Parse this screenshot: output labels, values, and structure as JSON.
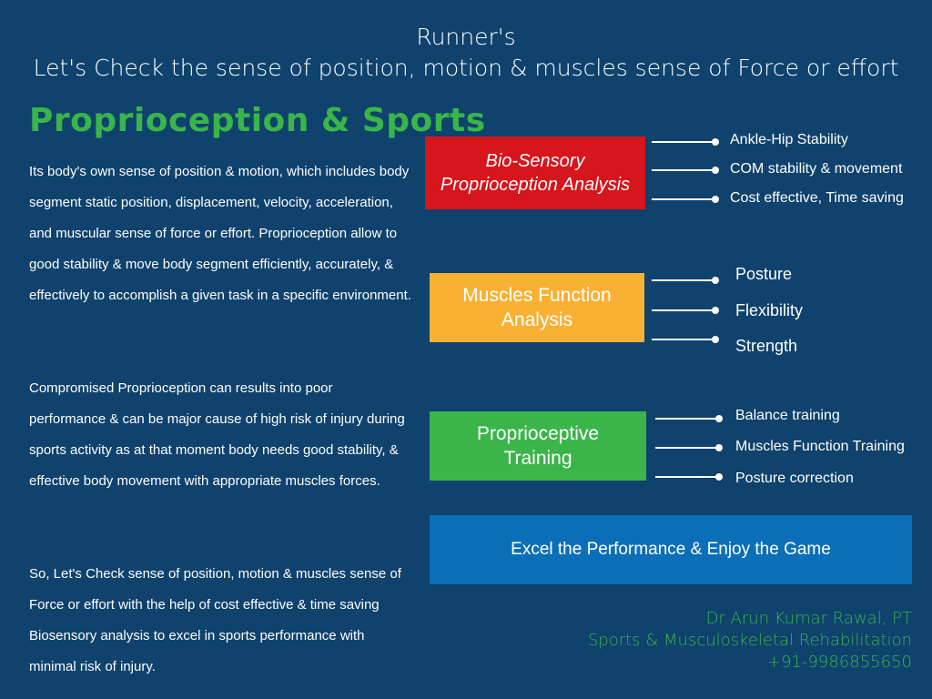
{
  "header": {
    "line1": "Runner's",
    "line2": "Let's Check the sense of position, motion & muscles sense of Force or effort"
  },
  "section_title": "Proprioception & Sports",
  "paragraphs": [
    "Its body's own sense of position & motion, which includes body segment static position, displacement, velocity, acceleration, and muscular sense of force or effort. Proprioception allow to good stability & move body segment efficiently, accurately, & effectively to accomplish a given task in a specific environment.",
    "Compromised Proprioception can results into poor performance & can be major cause of high risk of injury during sports activity as at that moment body needs good stability, & effective body movement with appropriate muscles forces.",
    "So, Let's Check sense of position, motion & muscles sense of Force or effort with the help of cost effective & time saving Biosensory analysis to excel in sports performance with minimal risk of injury."
  ],
  "boxes": {
    "bio": {
      "line1": "Bio-Sensory",
      "line2": "Proprioception Analysis",
      "color": "#d7151c",
      "items": [
        "Ankle-Hip Stability",
        "COM stability & movement",
        "Cost effective, Time saving"
      ]
    },
    "muscle": {
      "line1": "Muscles Function",
      "line2": "Analysis",
      "color": "#f8b133",
      "items": [
        "Posture",
        "Flexibility",
        "Strength"
      ]
    },
    "training": {
      "line1": "Proprioceptive",
      "line2": "Training",
      "color": "#3ab54a",
      "items": [
        "Balance training",
        "Muscles Function Training",
        "Posture correction"
      ]
    },
    "excel": {
      "label": "Excel the Performance & Enjoy the Game",
      "color": "#0b6fb8"
    }
  },
  "credit": {
    "name": "Dr Arun Kumar Rawal, PT",
    "title": "Sports & Musculoskeletal Rehabilitation",
    "phone": "+91-9986855650"
  },
  "colors": {
    "background": "#0f426d",
    "accent_green": "#39b54a"
  }
}
